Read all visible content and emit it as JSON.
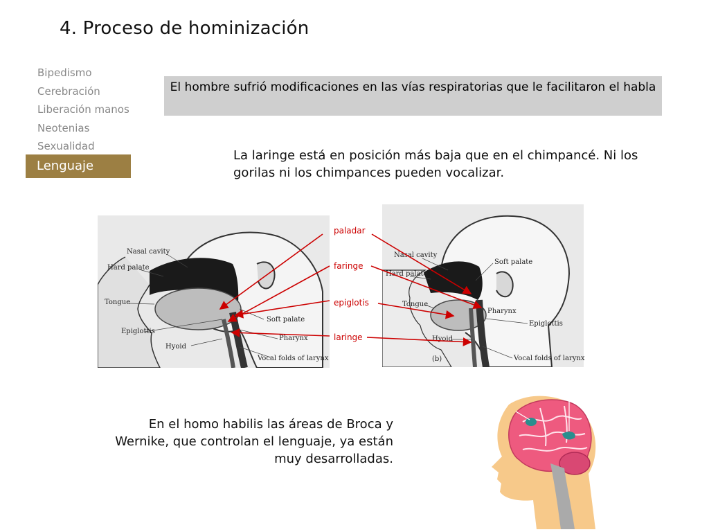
{
  "title": "4. Proceso de hominización",
  "nav": {
    "items": [
      "Bipedismo",
      "Cerebración",
      "Liberación manos",
      "Neotenias",
      "Sexualidad"
    ],
    "active": "Lenguaje"
  },
  "banner": "El hombre sufrió modificaciones en las vías respiratorias que le facilitaron el habla",
  "laringe_text": "La laringe está en posición más baja que en el chimpancé. Ni los gorilas ni los chimpances pueden vocalizar.",
  "figure_a": {
    "labels": {
      "nasal": "Nasal cavity",
      "hard": "Hard palate",
      "tongue": "Tongue",
      "epiglottis": "Epiglottis",
      "hyoid": "Hyoid",
      "soft": "Soft palate",
      "pharynx": "Pharynx",
      "vocal": "Vocal folds of larynx"
    }
  },
  "figure_b": {
    "labels": {
      "nasal": "Nasal cavity",
      "hard": "Hard palate",
      "soft": "Soft palate",
      "tongue": "Tongue",
      "pharynx": "Pharynx",
      "epiglottis": "Epiglottis",
      "hyoid": "Hyoid",
      "vocal": "Vocal folds of larynx",
      "panel": "(b)"
    }
  },
  "callouts": {
    "paladar": "paladar",
    "faringe": "faringe",
    "epiglotis": "epiglotis",
    "laringe": "laringe"
  },
  "habilis_text": "En el homo habilis las áreas de Broca y Wernike, que controlan el lenguaje, ya están muy desarrolladas.",
  "colors": {
    "accent": "#9c7f43",
    "banner": "#cfcfcf",
    "callout": "#cc0000",
    "brain": "#ee5a7f",
    "head": "#f7c98a"
  }
}
